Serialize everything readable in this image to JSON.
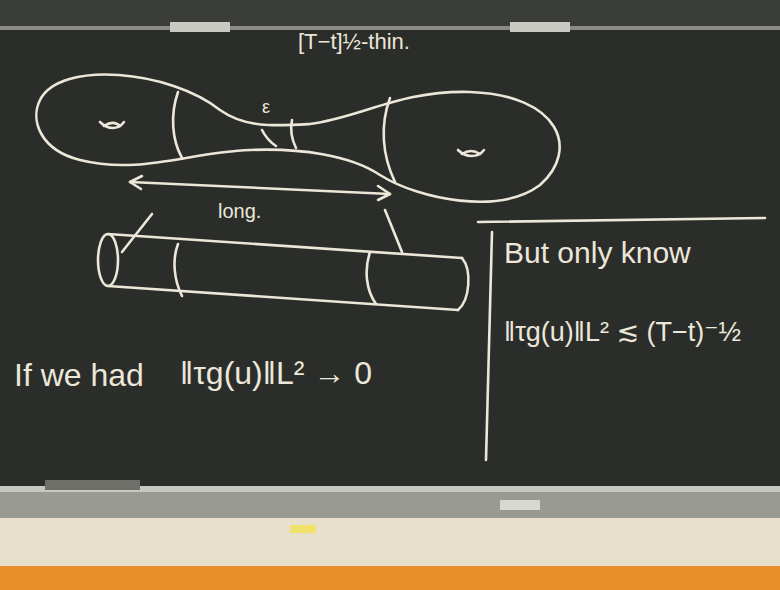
{
  "diagram": {
    "labels": [
      "[T−t]½-thin.",
      "ε",
      "long.",
      "If we had",
      "‖τg(u)‖L² → 0",
      "But only know",
      "‖τg(u)‖L² ≲ (T−t)⁻½"
    ]
  }
}
